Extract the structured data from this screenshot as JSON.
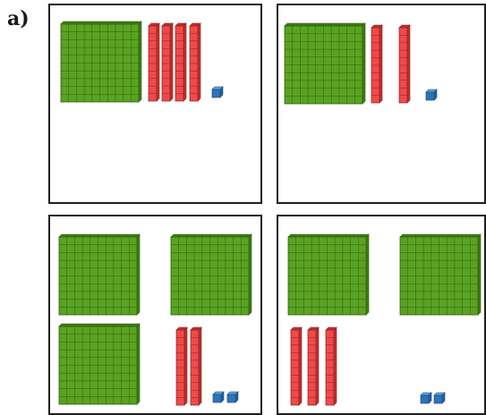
{
  "question_label": "a)",
  "colors": {
    "hundred_face": "#5aa321",
    "hundred_side": "#3f7d14",
    "ten_face": "#ef4a4a",
    "ten_side": "#c22f2f",
    "one_face": "#2f74b5",
    "one_top": "#5aa3df",
    "grid_line": "#2e5e0c",
    "ten_line": "#8e1f1f"
  },
  "panels": [
    {
      "name": "panel-top-left",
      "hundreds": 1,
      "tens": 4,
      "ones": 1
    },
    {
      "name": "panel-top-right",
      "hundreds": 1,
      "tens": 2,
      "ones": 1
    },
    {
      "name": "panel-bottom-left",
      "hundreds": 3,
      "tens": 2,
      "ones": 2
    },
    {
      "name": "panel-bottom-right",
      "hundreds": 2,
      "tens": 3,
      "ones": 2
    }
  ]
}
